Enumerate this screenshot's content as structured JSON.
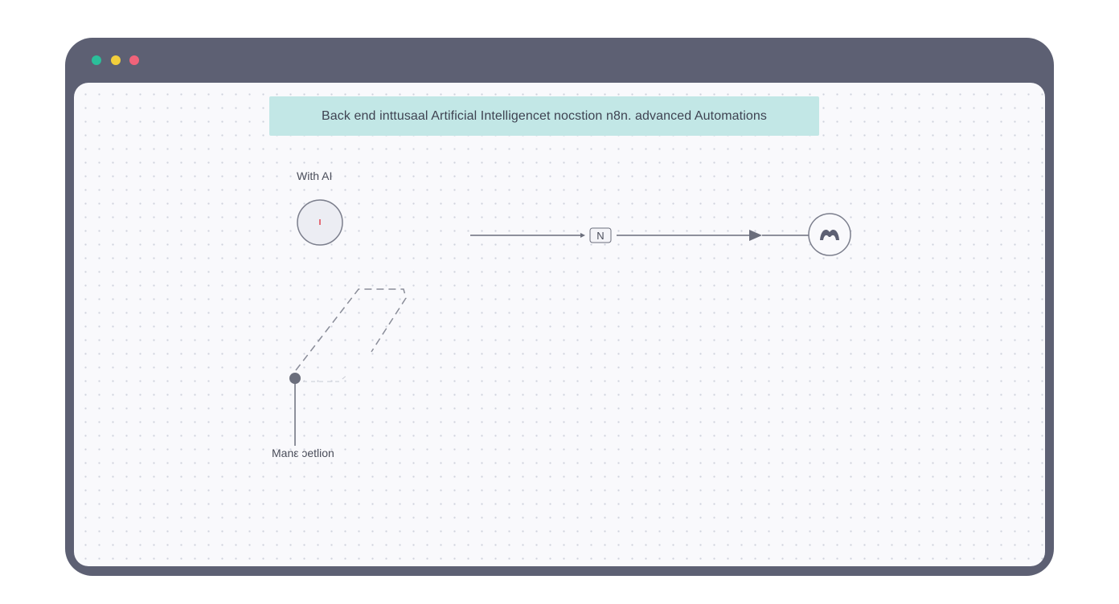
{
  "window": {
    "controls": [
      {
        "name": "close",
        "color": "#2bbf9a"
      },
      {
        "name": "minimize",
        "color": "#f2cf3c"
      },
      {
        "name": "maximize",
        "color": "#f0637a"
      }
    ]
  },
  "diagram": {
    "banner_text": "Back end inttusaal Artificial Intelligencet nocstion n8n. advanced Automations",
    "ai_label": "With AI",
    "manual_label": "Manε ɔetlion",
    "n8n_badge": "N",
    "colors": {
      "banner": "#c2e7e6",
      "line": "#6b6e7c",
      "accent_red": "#e0424e"
    }
  }
}
